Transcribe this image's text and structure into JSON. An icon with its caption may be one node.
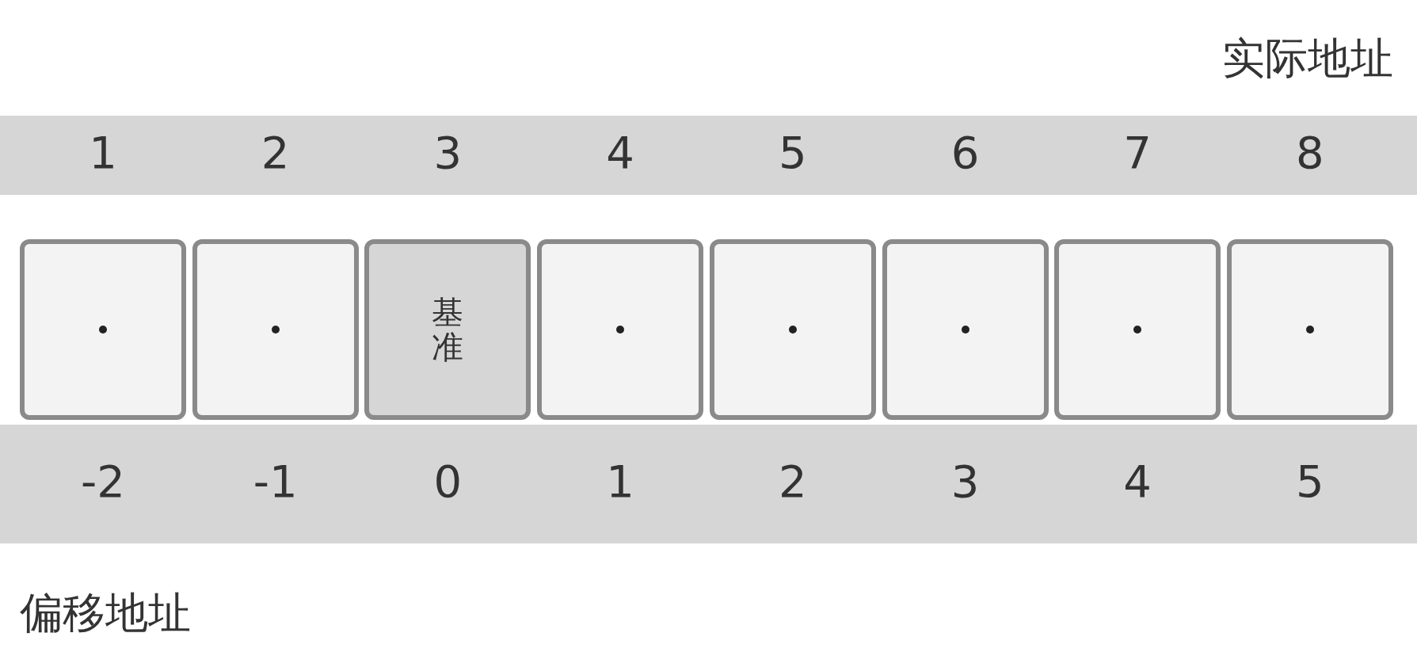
{
  "diagram": {
    "nodes": [
      {
        "text": [],
        "shape": "box"
      },
      {
        "text": [],
        "shape": "box"
      },
      {
        "text": [
          "基准"
        ]
      },
      {
        "text": [],
        "shape": "box"
      },
      {
        "text": [],
        "shape": "box"
      },
      {
        "text": [],
        "shape": "box"
      },
      {
        "text": [],
        "shape": "box"
      },
      {
        "text": [],
        "shape": "box"
      }
    ],
    "labels": [
      "实际地址",
      "1",
      "2",
      "3",
      "4",
      "5",
      "6",
      "7",
      "8",
      "-2",
      "-1",
      "0",
      "1",
      "2",
      "3",
      "4",
      "5",
      "偏移地址"
    ]
  }
}
